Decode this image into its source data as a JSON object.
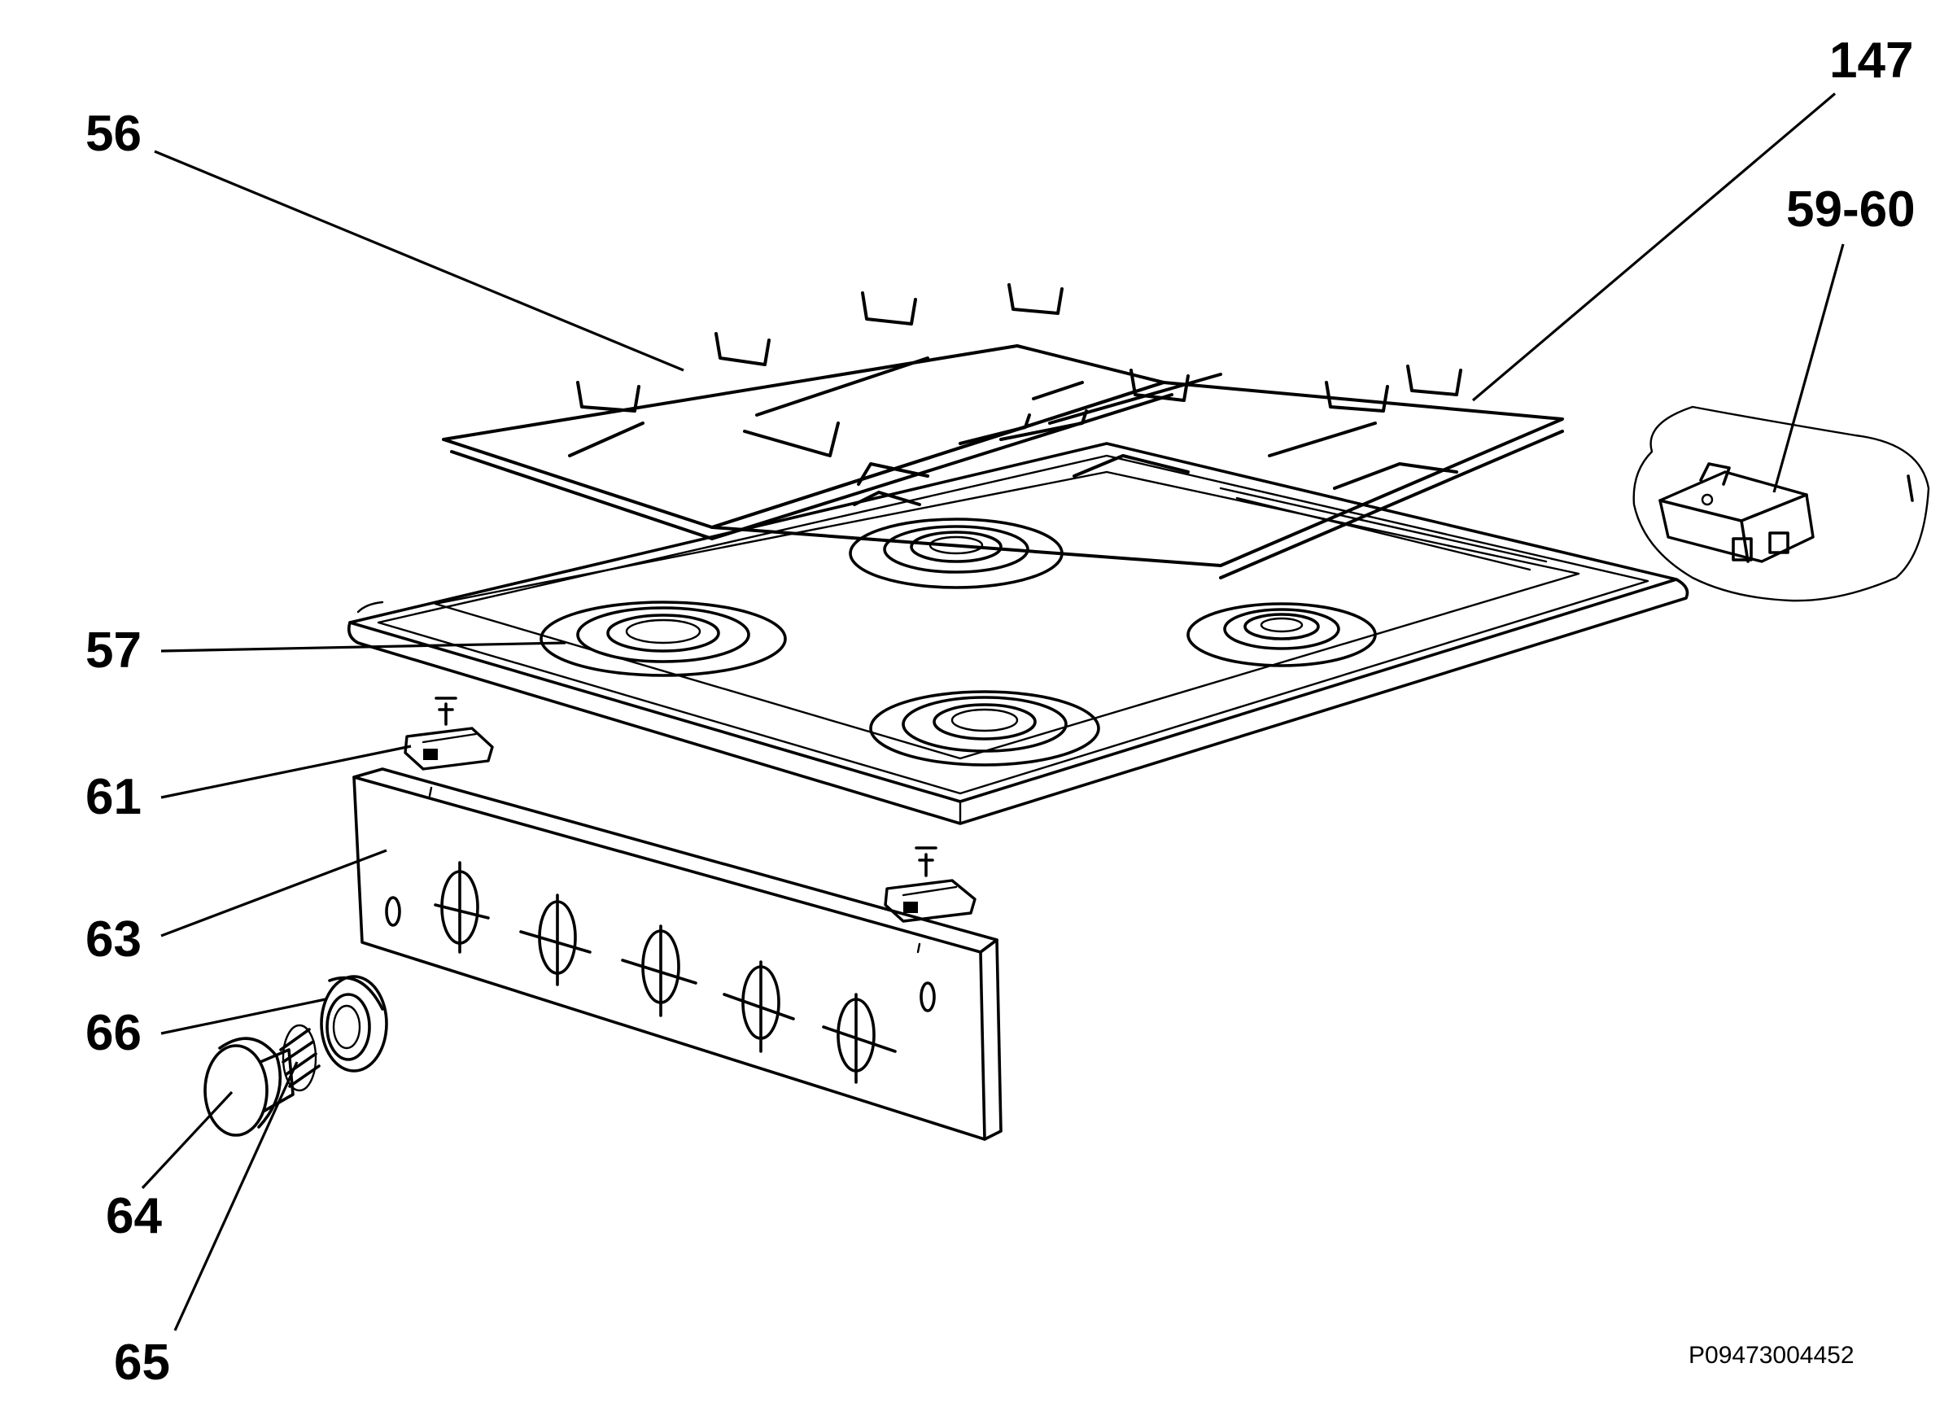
{
  "callouts": {
    "c56": "56",
    "c147": "147",
    "c59_60": "59-60",
    "c57": "57",
    "c61": "61",
    "c63": "63",
    "c66": "66",
    "c64": "64",
    "c65": "65"
  },
  "drawing_code": "P09473004452"
}
